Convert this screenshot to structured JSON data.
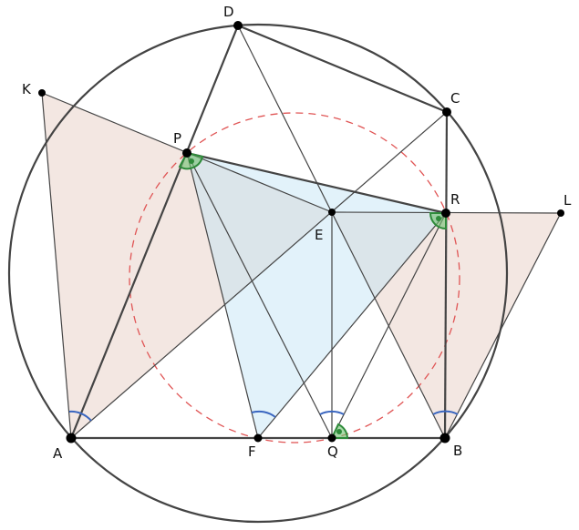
{
  "points": {
    "A": "A",
    "B": "B",
    "C": "C",
    "D": "D",
    "E": "E",
    "F": "F",
    "K": "K",
    "L": "L",
    "P": "P",
    "Q": "Q",
    "R": "R"
  },
  "colors": {
    "pink_fill": "#f0e0da",
    "blue_fill": "#d6edf7",
    "circle": "#444444",
    "nine_point_circle": "#e05555",
    "angle_blue": "#3a66c0",
    "angle_green": "#2e8b3a"
  }
}
